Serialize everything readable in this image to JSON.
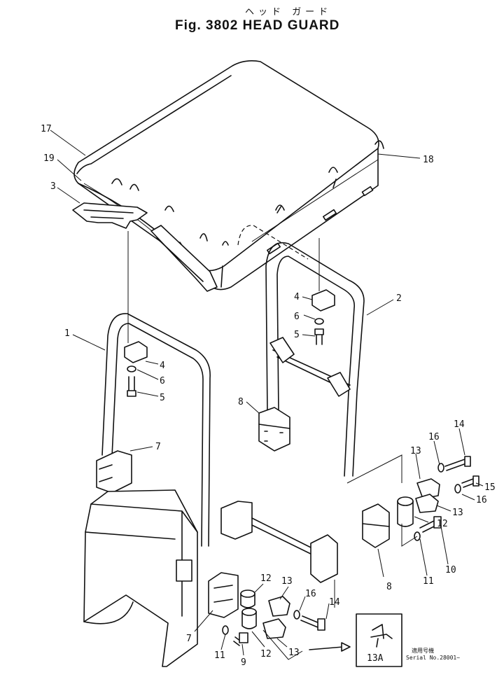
{
  "header": {
    "kana": "ヘッド ガード",
    "title": "Fig. 3802 HEAD GUARD"
  },
  "callouts": {
    "c17": "17",
    "c19": "19",
    "c3": "3",
    "c18": "18",
    "c2": "2",
    "c4a": "4",
    "c6a": "6",
    "c5a": "5",
    "c1": "1",
    "c4b": "4",
    "c6b": "6",
    "c5b": "5",
    "c8a": "8",
    "c7a": "7",
    "c13a": "13",
    "c16a": "16",
    "c14a": "14",
    "c15": "15",
    "c16b": "16",
    "c13b": "13",
    "c12a": "12",
    "c8b": "8",
    "c11a": "11",
    "c10": "10",
    "c12b": "12",
    "c13c": "13",
    "c16c": "16",
    "c14b": "14",
    "c7b": "7",
    "c11b": "11",
    "c9": "9",
    "c12c": "12",
    "c13d": "13",
    "c13A": "13A"
  },
  "serial_note": {
    "line1": "適用号機",
    "line2": "Serial No.28001~"
  }
}
